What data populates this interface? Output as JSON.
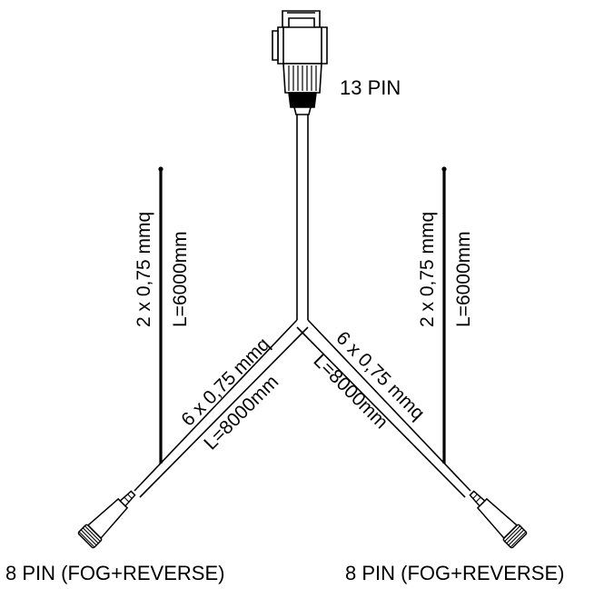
{
  "diagram": {
    "top_connector": {
      "label": "13 PIN",
      "icon": "13-pin-plug-icon"
    },
    "left_connector": {
      "label": "8 PIN (FOG+REVERSE)",
      "icon": "8-pin-plug-icon"
    },
    "right_connector": {
      "label": "8 PIN (FOG+REVERSE)",
      "icon": "8-pin-plug-icon"
    },
    "left_branch": {
      "spec": "6 x 0,75 mmq",
      "length": "L=8000mm"
    },
    "right_branch": {
      "spec": "6 x 0,75 mmq",
      "length": "L=8000mm"
    },
    "left_aux_wire": {
      "spec": "2 x 0,75 mmq",
      "length": "L=6000mm"
    },
    "right_aux_wire": {
      "spec": "2 x 0,75 mmq",
      "length": "L=6000mm"
    }
  }
}
